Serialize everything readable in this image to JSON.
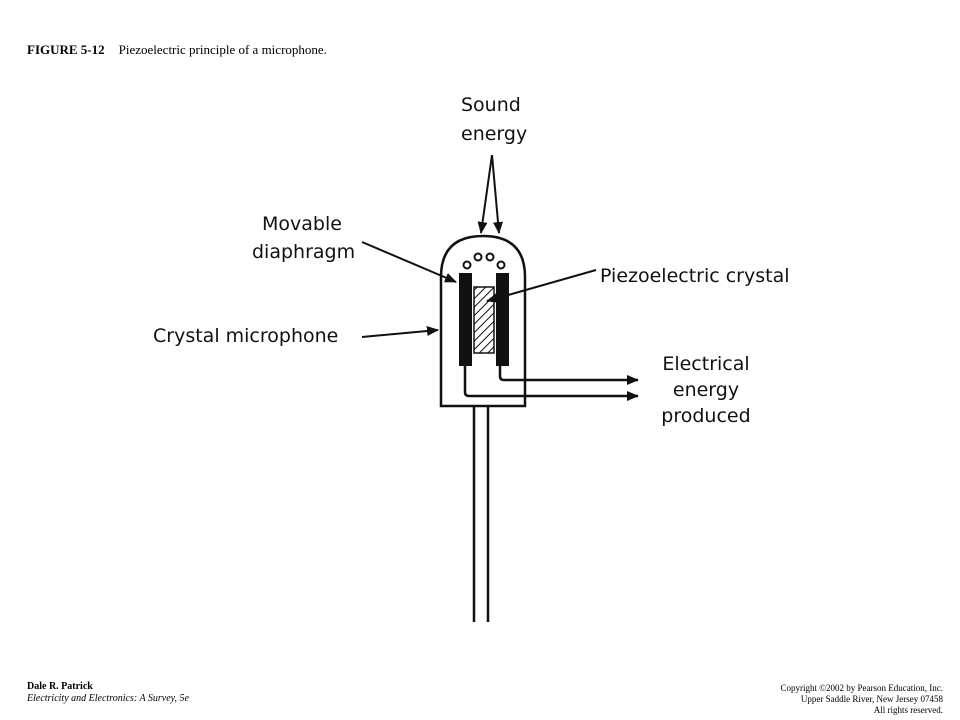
{
  "figure": {
    "number": "FIGURE 5-12",
    "caption": "Piezoelectric principle of a microphone."
  },
  "labels": {
    "sound_line1": "Sound",
    "sound_line2": "energy",
    "diaphragm_line1": "Movable",
    "diaphragm_line2": "diaphragm",
    "crystal": "Piezoelectric crystal",
    "microphone": "Crystal microphone",
    "electrical_line1": "Electrical",
    "electrical_line2": "energy",
    "electrical_line3": "produced"
  },
  "footer": {
    "author": "Dale R. Patrick",
    "book": "Electricity and Electronics: A Survey, 5e",
    "copyright_line1": "Copyright ©2002 by Pearson Education, Inc.",
    "copyright_line2": "Upper Saddle River, New Jersey 07458",
    "copyright_line3": "All rights reserved."
  }
}
